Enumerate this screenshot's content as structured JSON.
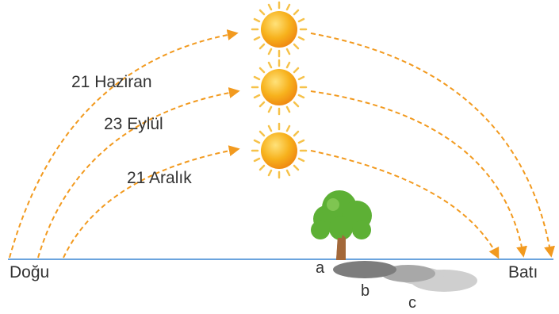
{
  "labels": {
    "summer": "21 Haziran",
    "equinox": "23 Eylül",
    "winter": "21 Aralık",
    "east": "Doğu",
    "west": "Batı",
    "shadow_a": "a",
    "shadow_b": "b",
    "shadow_c": "c"
  },
  "colors": {
    "path": "#f29a1f",
    "horizon": "#3a86d4",
    "sun_core": "#f7b21d",
    "sun_ray": "#f6c24a",
    "tree_crown": "#5db035",
    "trunk": "#a3683a",
    "shadow_dark": "#7d7d7d",
    "shadow_mid": "#a8a8a8",
    "shadow_light": "#cfcfcf"
  },
  "icons": [
    "sun-icon",
    "tree-icon"
  ]
}
